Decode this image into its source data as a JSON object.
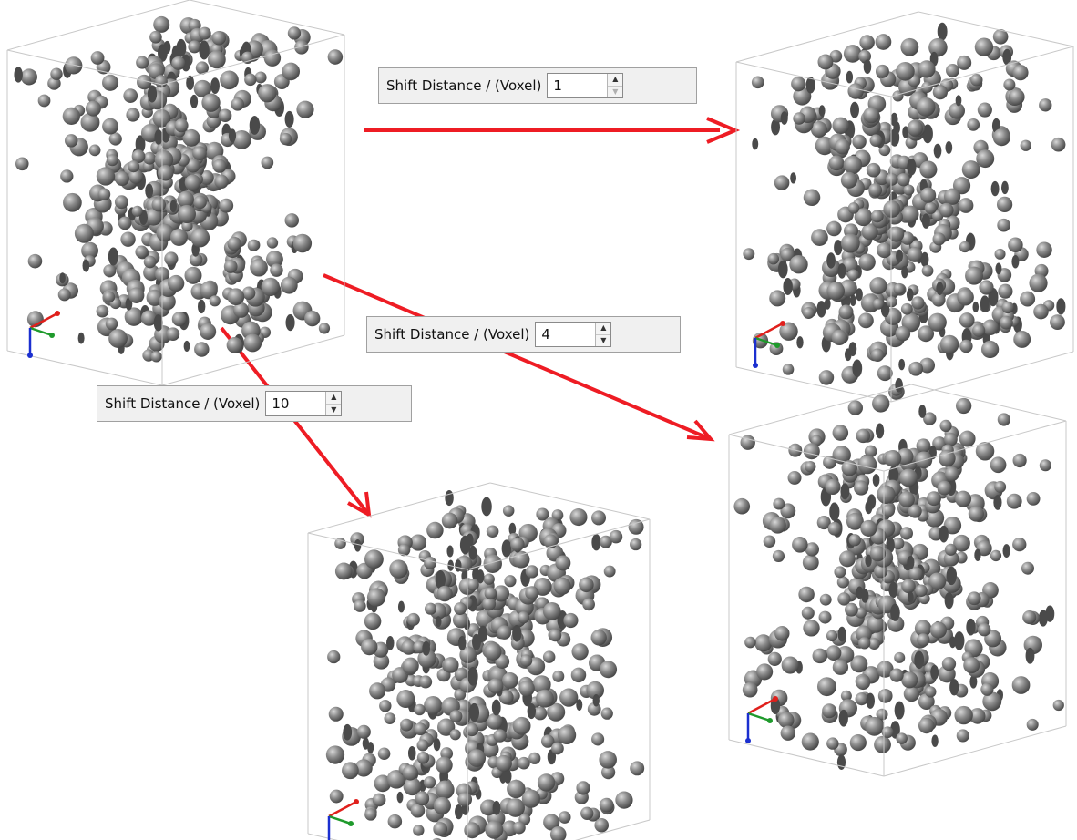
{
  "controls": [
    {
      "label": "Shift Distance / (Voxel)",
      "value": "1"
    },
    {
      "label": "Shift Distance / (Voxel)",
      "value": "4"
    },
    {
      "label": "Shift Distance / (Voxel)",
      "value": "10"
    }
  ],
  "colors": {
    "arrow": "#ee1c24",
    "particle_fill": "#8a8a8a",
    "particle_dark": "#3e3e3e",
    "box_edge": "#c8c8c8",
    "axis_x": "#e0201c",
    "axis_y": "#1f9a2c",
    "axis_z": "#1b2fd0"
  },
  "icons": [
    "x-axis-arrow-icon",
    "y-axis-arrow-icon",
    "z-axis-arrow-icon",
    "spin-up-icon",
    "spin-down-icon"
  ]
}
